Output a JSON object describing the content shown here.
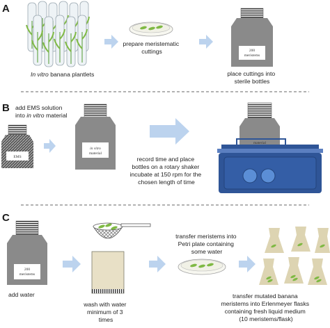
{
  "panels": [
    {
      "letter": "A"
    },
    {
      "letter": "B"
    },
    {
      "letter": "C"
    }
  ],
  "panel_a": {
    "plantlets_italic": "In vitro",
    "plantlets_rest": "banana plantlets",
    "cuttings_line1": "prepare meristematic",
    "cuttings_line2": "cuttings",
    "bottle_line1": "200",
    "bottle_line2": "meristems",
    "place_line1": "place cuttings into",
    "place_line2": "sterile bottles"
  },
  "panel_b": {
    "ems_line1": "add EMS solution",
    "ems_line2_pre": "into ",
    "ems_line2_italic": "in vitro",
    "ems_line2_post": " material",
    "ems_bottle": "EMS",
    "material_bottle_line1": "in vitro",
    "material_bottle_line2": "material",
    "record_lines": [
      "record time and place",
      "bottles on a rotary shaker",
      "incubate at 150 rpm for the",
      "chosen length of time"
    ],
    "shaker_bottle": "material"
  },
  "panel_c": {
    "bottle_line1": "200",
    "bottle_line2": "meristems",
    "add_water": "add water",
    "wash_lines": [
      "wash with  water",
      "minimum of 3",
      "times"
    ],
    "transfer_lines": [
      "transfer meristems into",
      "Petri plate containing",
      "some water"
    ],
    "flask_lines": [
      "transfer mutated banana",
      "meristems into Erlenmeyer flasks",
      "containing fresh  liquid medium",
      "(10 meristems/flask)"
    ]
  },
  "colors": {
    "arrow": "#bcd3ee",
    "bottle_gray": "#8a8a8a",
    "shaker_blue": "#2f5597",
    "leaf_green": "#7fb944",
    "beaker_tan": "#e8e0c6",
    "flask_tan": "#ddd4b2"
  }
}
